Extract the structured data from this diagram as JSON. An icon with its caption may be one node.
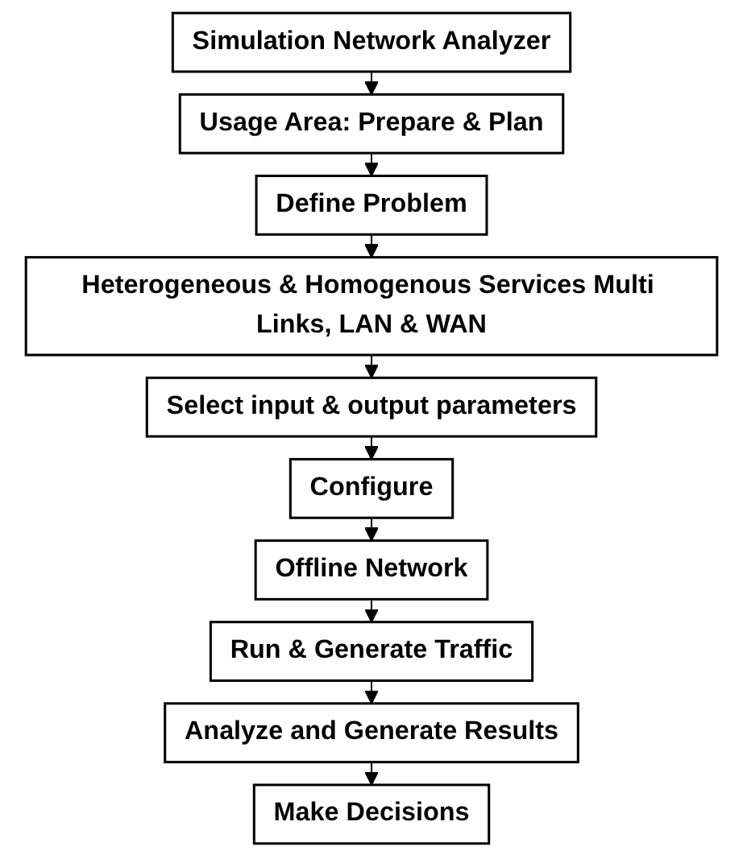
{
  "diagram": {
    "nodes": [
      {
        "text": [
          "Simulation Network Analyzer"
        ]
      },
      {
        "text": [
          "Usage Area: Prepare & Plan"
        ]
      },
      {
        "text": [
          "Define Problem"
        ]
      },
      {
        "text": [
          "Heterogeneous & Homogenous Services Multi Links, LAN & WAN"
        ]
      },
      {
        "text": [
          "Select input & output parameters"
        ]
      },
      {
        "text": [
          "Configure"
        ]
      },
      {
        "text": [
          "Offline Network"
        ]
      },
      {
        "text": [
          "Run & Generate Traffic"
        ]
      },
      {
        "text": [
          "Analyze and Generate Results"
        ]
      },
      {
        "text": [
          "Make Decisions"
        ]
      }
    ],
    "edges": [
      {
        "from": 0,
        "to": 1,
        "arrow": "to"
      },
      {
        "from": 1,
        "to": 2,
        "arrow": "to"
      },
      {
        "from": 2,
        "to": 3,
        "arrow": "to"
      },
      {
        "from": 3,
        "to": 4,
        "arrow": "to"
      },
      {
        "from": 4,
        "to": 5,
        "arrow": "to"
      },
      {
        "from": 5,
        "to": 6,
        "arrow": "to"
      },
      {
        "from": 6,
        "to": 7,
        "arrow": "to"
      },
      {
        "from": 7,
        "to": 8,
        "arrow": "to"
      },
      {
        "from": 8,
        "to": 9,
        "arrow": "to"
      }
    ]
  }
}
